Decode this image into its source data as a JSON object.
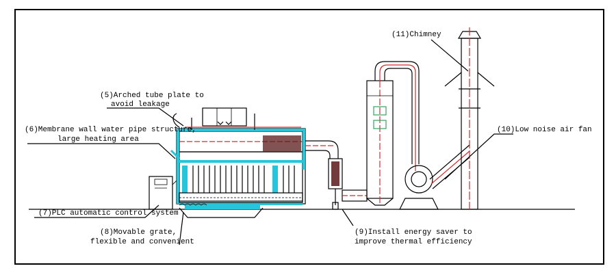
{
  "labels": {
    "chimney": "(11)Chimney",
    "arched_line1": "(5)Arched tube plate to",
    "arched_line2": "avoid leakage",
    "membrane_line1": "(6)Membrane wall water pipe structure,",
    "membrane_line2": "large heating area",
    "fan": "(10)Low noise air fan",
    "plc": "(7)PLC automatic control system",
    "grate_line1": "(8)Movable grate,",
    "grate_line2": "flexible and convenient",
    "saver_line1": "(9)Install energy saver to",
    "saver_line2": "improve thermal efficiency"
  },
  "colors": {
    "water_wall": "#26c6da",
    "center_line": "#d8262a",
    "heat_exchanger": "#5a1a1a",
    "window": "#38a05a"
  }
}
